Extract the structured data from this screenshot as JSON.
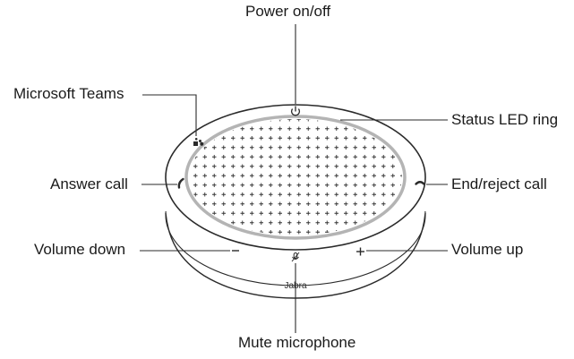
{
  "labels": {
    "power": "Power on/off",
    "teams": "Microsoft Teams",
    "status_led": "Status LED ring",
    "answer": "Answer call",
    "end_reject": "End/reject call",
    "volume_down": "Volume down",
    "volume_up": "Volume up",
    "mute": "Mute microphone"
  },
  "device": {
    "brand": "Jabra"
  },
  "colors": {
    "outline": "#2a2a2a",
    "led_ring": "#b4b4b4",
    "text": "#1a1a1a"
  },
  "icons": [
    "power-icon",
    "teams-icon",
    "answer-call-icon",
    "end-call-icon",
    "minus-icon",
    "plus-icon",
    "mic-mute-icon"
  ]
}
